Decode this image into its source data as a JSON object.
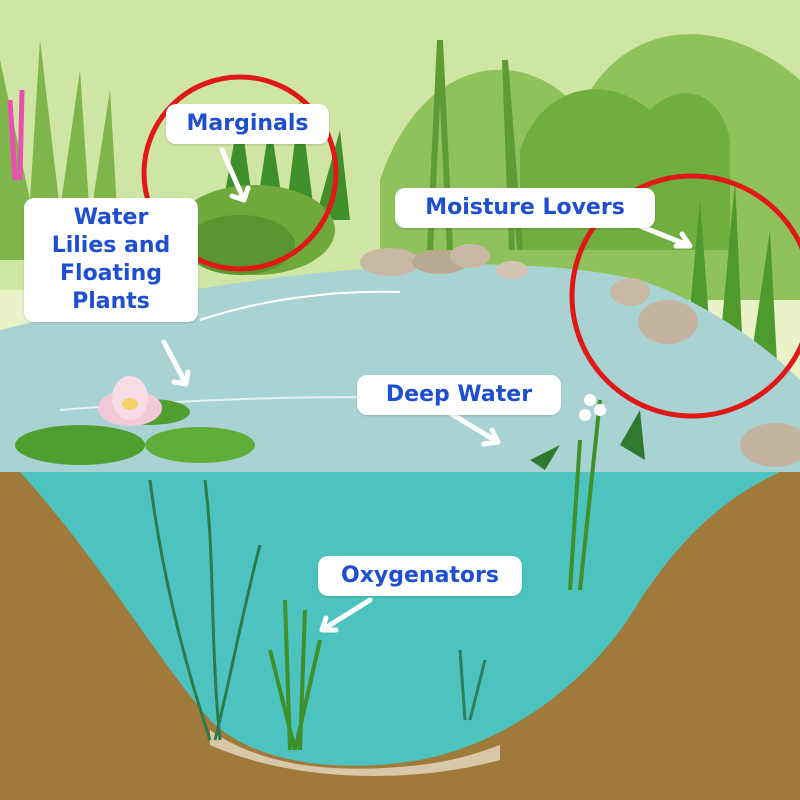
{
  "labels": {
    "marginals": "Marginals",
    "moisture_lovers": "Moisture Lovers",
    "water_lilies": [
      "Water",
      "Lilies and",
      "Floating",
      "Plants"
    ],
    "deep_water": "Deep Water",
    "oxygenators": "Oxygenators"
  },
  "colors": {
    "label_text": "#1f4fd1",
    "highlight_circle": "#e01818",
    "water": "#a9d3d3",
    "deep_water": "#4cc3bf",
    "soil": "#a07a3b"
  }
}
